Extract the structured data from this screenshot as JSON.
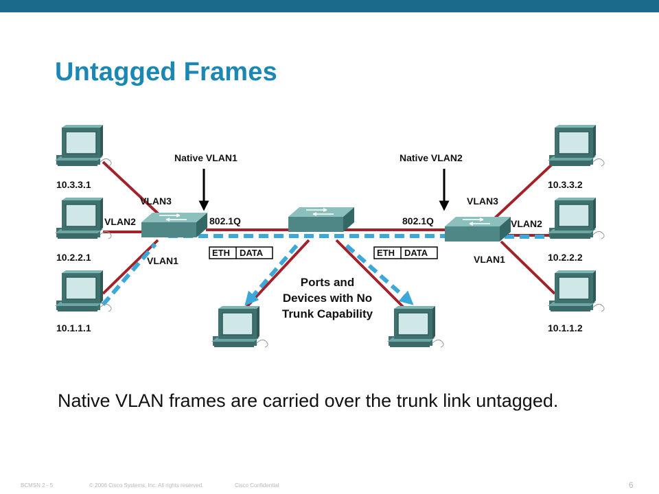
{
  "slide": {
    "title": "Untagged Frames",
    "caption": "Native VLAN frames are carried over the trunk link untagged.",
    "footer": {
      "course": "BCMSN 2 - 5",
      "copyright": "© 2006 Cisco Systems, Inc. All rights reserved.",
      "confidential": "Cisco Confidential"
    },
    "page_number": "6"
  },
  "diagram": {
    "native_left": "Native VLAN1",
    "native_right": "Native VLAN2",
    "trunk_left": "802.1Q",
    "trunk_right": "802.1Q",
    "frame_eth": "ETH",
    "frame_data": "DATA",
    "no_trunk_line1": "Ports and",
    "no_trunk_line2": "Devices with No",
    "no_trunk_line3": "Trunk Capability",
    "left_hosts": [
      "10.3.3.1",
      "10.2.2.1",
      "10.1.1.1"
    ],
    "right_hosts": [
      "10.3.3.2",
      "10.2.2.2",
      "10.1.1.2"
    ],
    "left_vlans": [
      "VLAN3",
      "VLAN2",
      "VLAN1"
    ],
    "right_vlans": [
      "VLAN3",
      "VLAN2",
      "VLAN1"
    ]
  },
  "colors": {
    "link": "#a3222a",
    "native_path": "#3aa8d8",
    "title": "#1b87b5",
    "device": "#4f8a88"
  }
}
